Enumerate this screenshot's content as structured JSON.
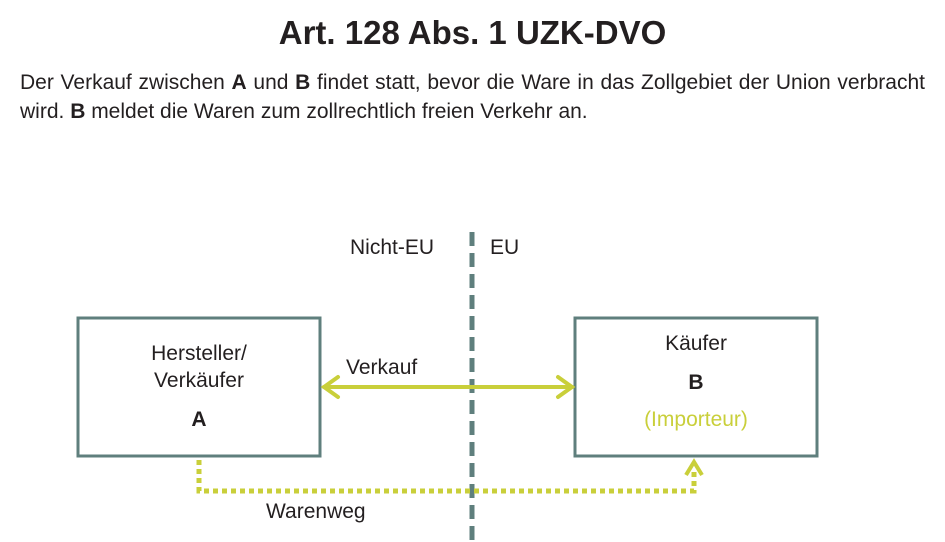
{
  "title": "Art. 128 Abs. 1 UZK-DVO",
  "description": {
    "p1": "Der Verkauf zwischen ",
    "a": "A",
    "p2": " und ",
    "b": "B",
    "p3": " findet statt, bevor die Ware in das Zollgebiet der Union verbracht wird. ",
    "b2": "B",
    "p4": " meldet die Waren zum zollrechtlich freien Verkehr an."
  },
  "diagram": {
    "region_left": "Nicht-EU",
    "region_right": "EU",
    "seller": {
      "line1": "Hersteller/",
      "line2": "Verkäufer",
      "id": "A"
    },
    "buyer": {
      "line1": "Käufer",
      "id": "B",
      "role": "(Importeur)"
    },
    "sale_label": "Verkauf",
    "goods_label": "Warenweg"
  },
  "colors": {
    "border": "#5f7f7d",
    "accent": "#c9cf3a",
    "text": "#231f20"
  }
}
